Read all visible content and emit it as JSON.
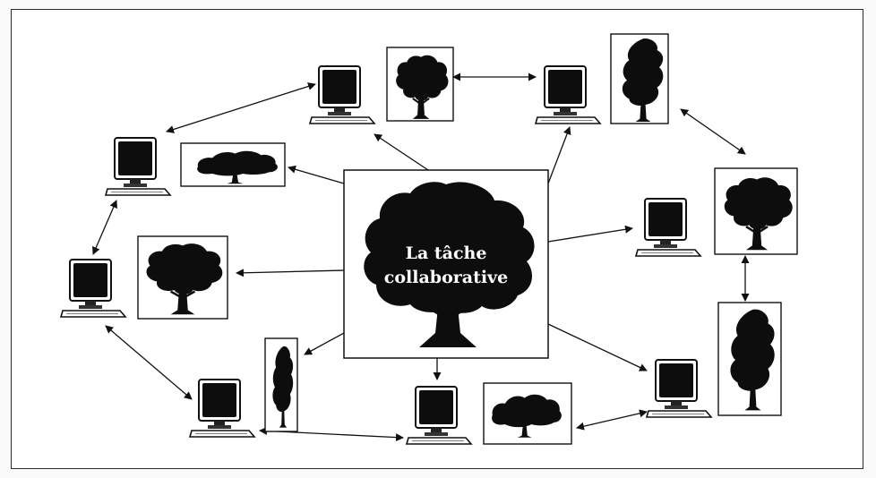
{
  "center_task": {
    "line1": "La tâche",
    "line2": "collaborative"
  },
  "colors": {
    "ink": "#111111",
    "frame": "#2a2a2a",
    "label": "#ffffff"
  },
  "nodes": [
    {
      "id": "computer-top-left",
      "icon": "computer-icon",
      "tree": "tree-icon"
    },
    {
      "id": "computer-top-right",
      "icon": "computer-icon",
      "tree": "tree-icon"
    },
    {
      "id": "computer-upper-left",
      "icon": "computer-icon",
      "tree": "tree-icon"
    },
    {
      "id": "computer-mid-left",
      "icon": "computer-icon",
      "tree": "tree-icon"
    },
    {
      "id": "computer-right",
      "icon": "computer-icon",
      "tree": "tree-icon"
    },
    {
      "id": "computer-bottom-left",
      "icon": "computer-icon",
      "tree": "tree-icon"
    },
    {
      "id": "computer-bottom-center",
      "icon": "computer-icon",
      "tree": "tree-icon"
    },
    {
      "id": "computer-bottom-right",
      "icon": "computer-icon",
      "tree": "tree-icon"
    }
  ]
}
